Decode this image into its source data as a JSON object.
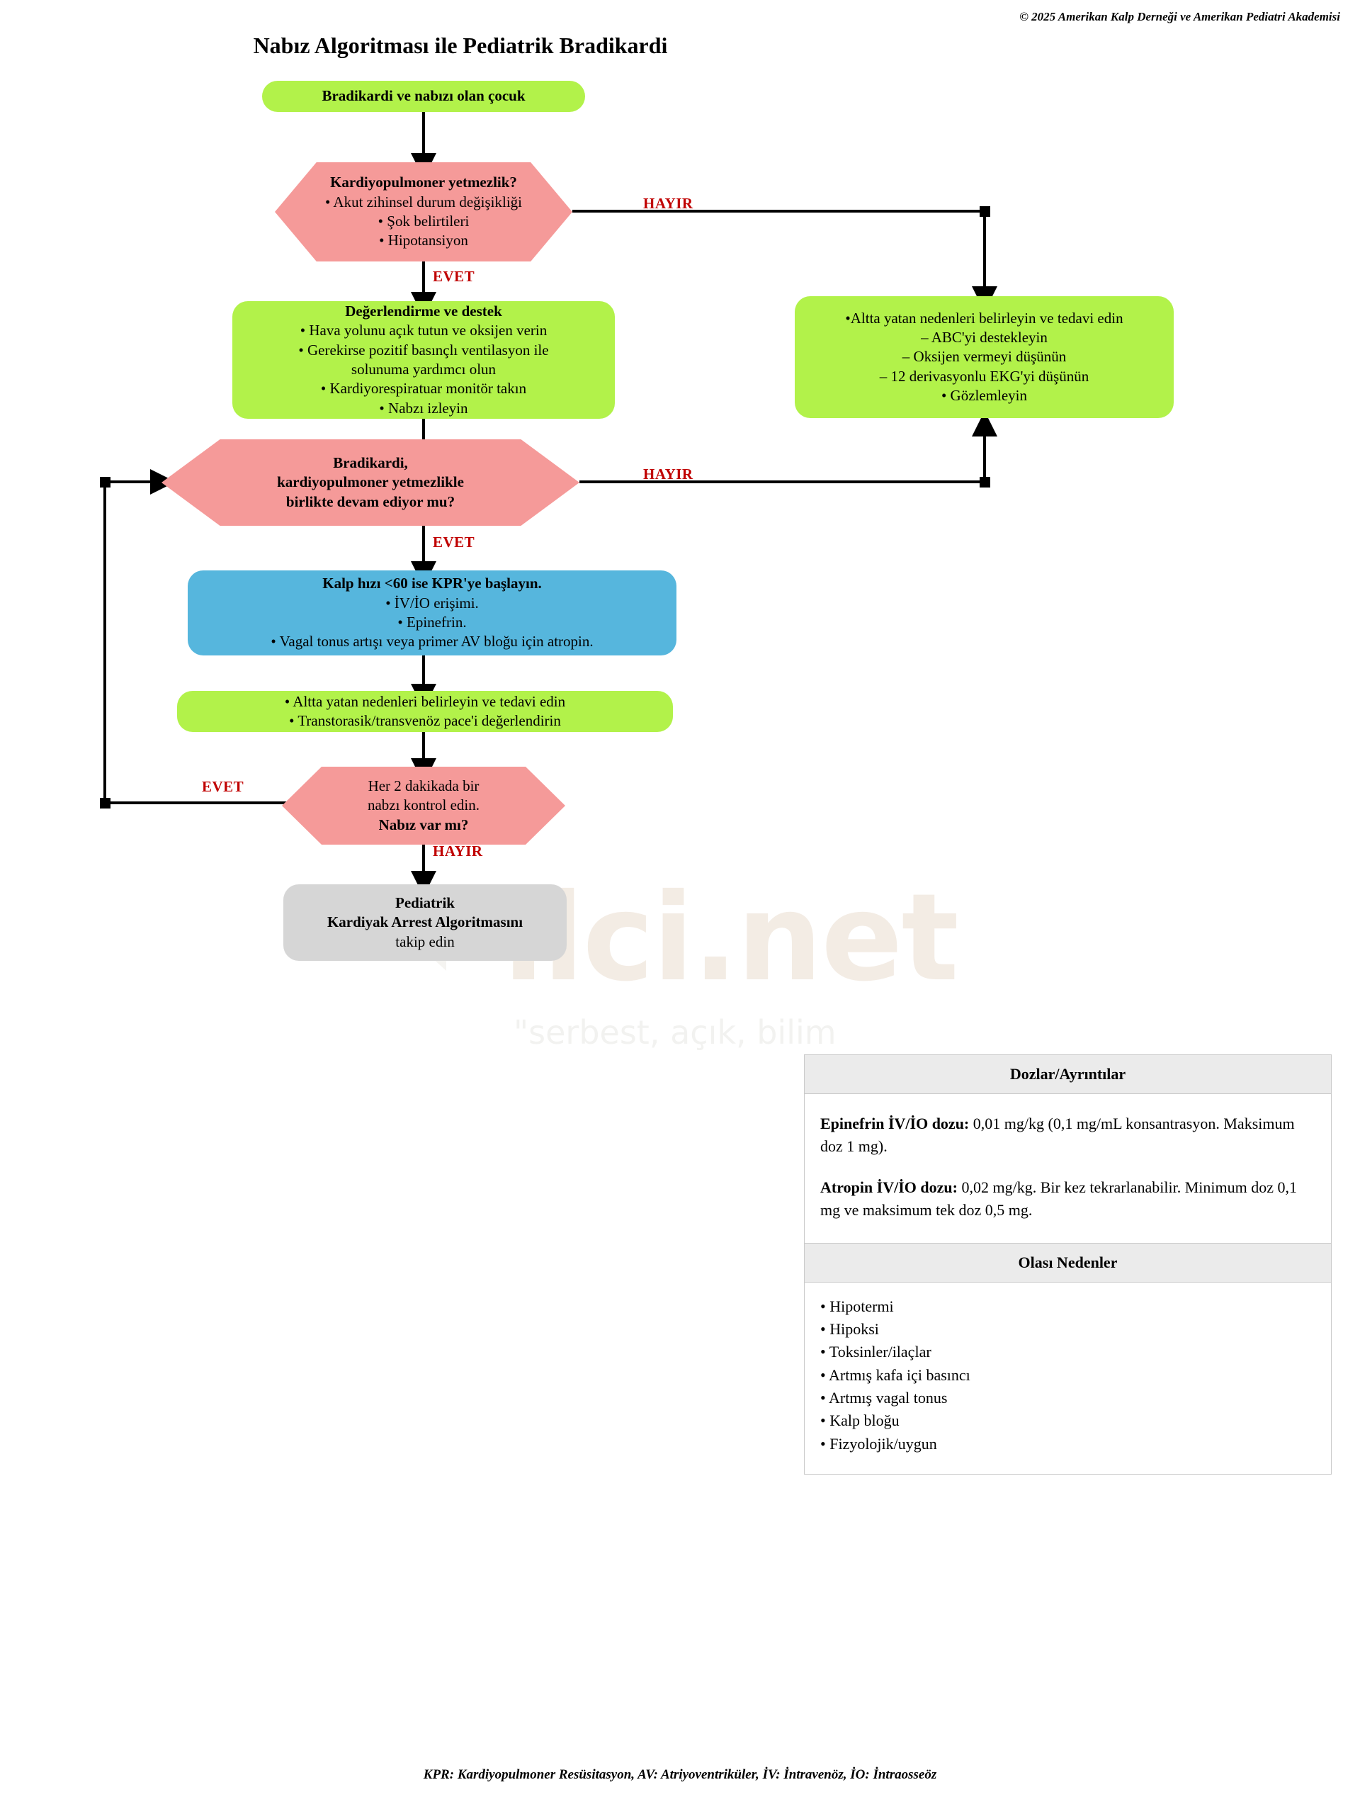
{
  "copyright": "© 2025 Amerikan Kalp Derneği ve Amerikan Pediatri Akademisi",
  "title": "Nabız Algoritması ile Pediatrik Bradikardi",
  "watermark": {
    "text": "ilci.net",
    "tagline": "\"serbest, açık, bilim"
  },
  "colors": {
    "green": "#b2f24a",
    "red": "#f59a99",
    "blue": "#56b6dd",
    "gray": "#d6d6d6",
    "label_red": "#c00000",
    "panel_head": "#ebebeb"
  },
  "nodes": {
    "start": {
      "title": "Bradikardi ve nabızı olan çocuk"
    },
    "decision1": {
      "title": "Kardiyopulmoner yetmezlik?",
      "lines": [
        "• Akut zihinsel durum değişikliği",
        "• Şok belirtileri",
        "• Hipotansiyon"
      ]
    },
    "assess": {
      "title": "Değerlendirme ve destek",
      "lines": [
        "• Hava yolunu açık tutun ve oksijen verin",
        "• Gerekirse pozitif basınçlı ventilasyon ile",
        "solunuma yardımcı olun",
        "• Kardiyorespiratuar monitör takın",
        "• Nabzı izleyin"
      ]
    },
    "observe": {
      "lines": [
        "•Altta yatan nedenleri belirleyin ve tedavi edin",
        "– ABC'yi destekleyin",
        "– Oksijen vermeyi düşünün",
        "– 12 derivasyonlu EKG'yi düşünün",
        "• Gözlemleyin"
      ]
    },
    "decision2": {
      "lines": [
        "Bradikardi,",
        "kardiyopulmoner yetmezlikle",
        "birlikte devam ediyor mu?"
      ]
    },
    "cpr": {
      "title": "Kalp hızı <60 ise KPR'ye başlayın.",
      "lines": [
        "• İV/İO erişimi.",
        "• Epinefrin.",
        "• Vagal tonus artışı veya primer AV bloğu için atropin."
      ]
    },
    "treat": {
      "lines": [
        "• Altta yatan nedenleri belirleyin ve tedavi edin",
        "• Transtorasik/transvenöz pace'i değerlendirin"
      ]
    },
    "decision3": {
      "lines": [
        "Her 2 dakikada bir",
        "nabzı kontrol edin."
      ],
      "question": "Nabız var mı?"
    },
    "arrest": {
      "lines": [
        "Pediatrik",
        "Kardiyak Arrest Algoritmasını"
      ],
      "last": "takip edin"
    }
  },
  "branch_labels": {
    "d1_no": "HAYIR",
    "d1_yes": "EVET",
    "d2_no": "HAYIR",
    "d2_yes": "EVET",
    "d3_yes": "EVET",
    "d3_no": "HAYIR"
  },
  "panel": {
    "doses_header": "Dozlar/Ayrıntılar",
    "epinefrin_label": "Epinefrin İV/İO dozu:",
    "epinefrin_text": " 0,01 mg/kg (0,1 mg/mL konsantrasyon. Maksimum doz 1 mg).",
    "atropin_label": "Atropin İV/İO dozu:",
    "atropin_text": " 0,02 mg/kg. Bir kez tekrarlanabilir. Minimum doz 0,1 mg ve maksimum tek doz 0,5 mg.",
    "causes_header": "Olası Nedenler",
    "causes": [
      "• Hipotermi",
      "• Hipoksi",
      "• Toksinler/ilaçlar",
      "• Artmış kafa içi basıncı",
      "• Artmış vagal tonus",
      "• Kalp bloğu",
      "• Fizyolojik/uygun"
    ]
  },
  "footer": {
    "a_label": "KPR:",
    "a_text": " Kardiyopulmoner Resüsitasyon, ",
    "b_label": "AV:",
    "b_text": " Atriyoventriküler, ",
    "c_label": "İV:",
    "c_text": " İntravenöz, ",
    "d_label": "İO:",
    "d_text": " İntraosseöz"
  }
}
